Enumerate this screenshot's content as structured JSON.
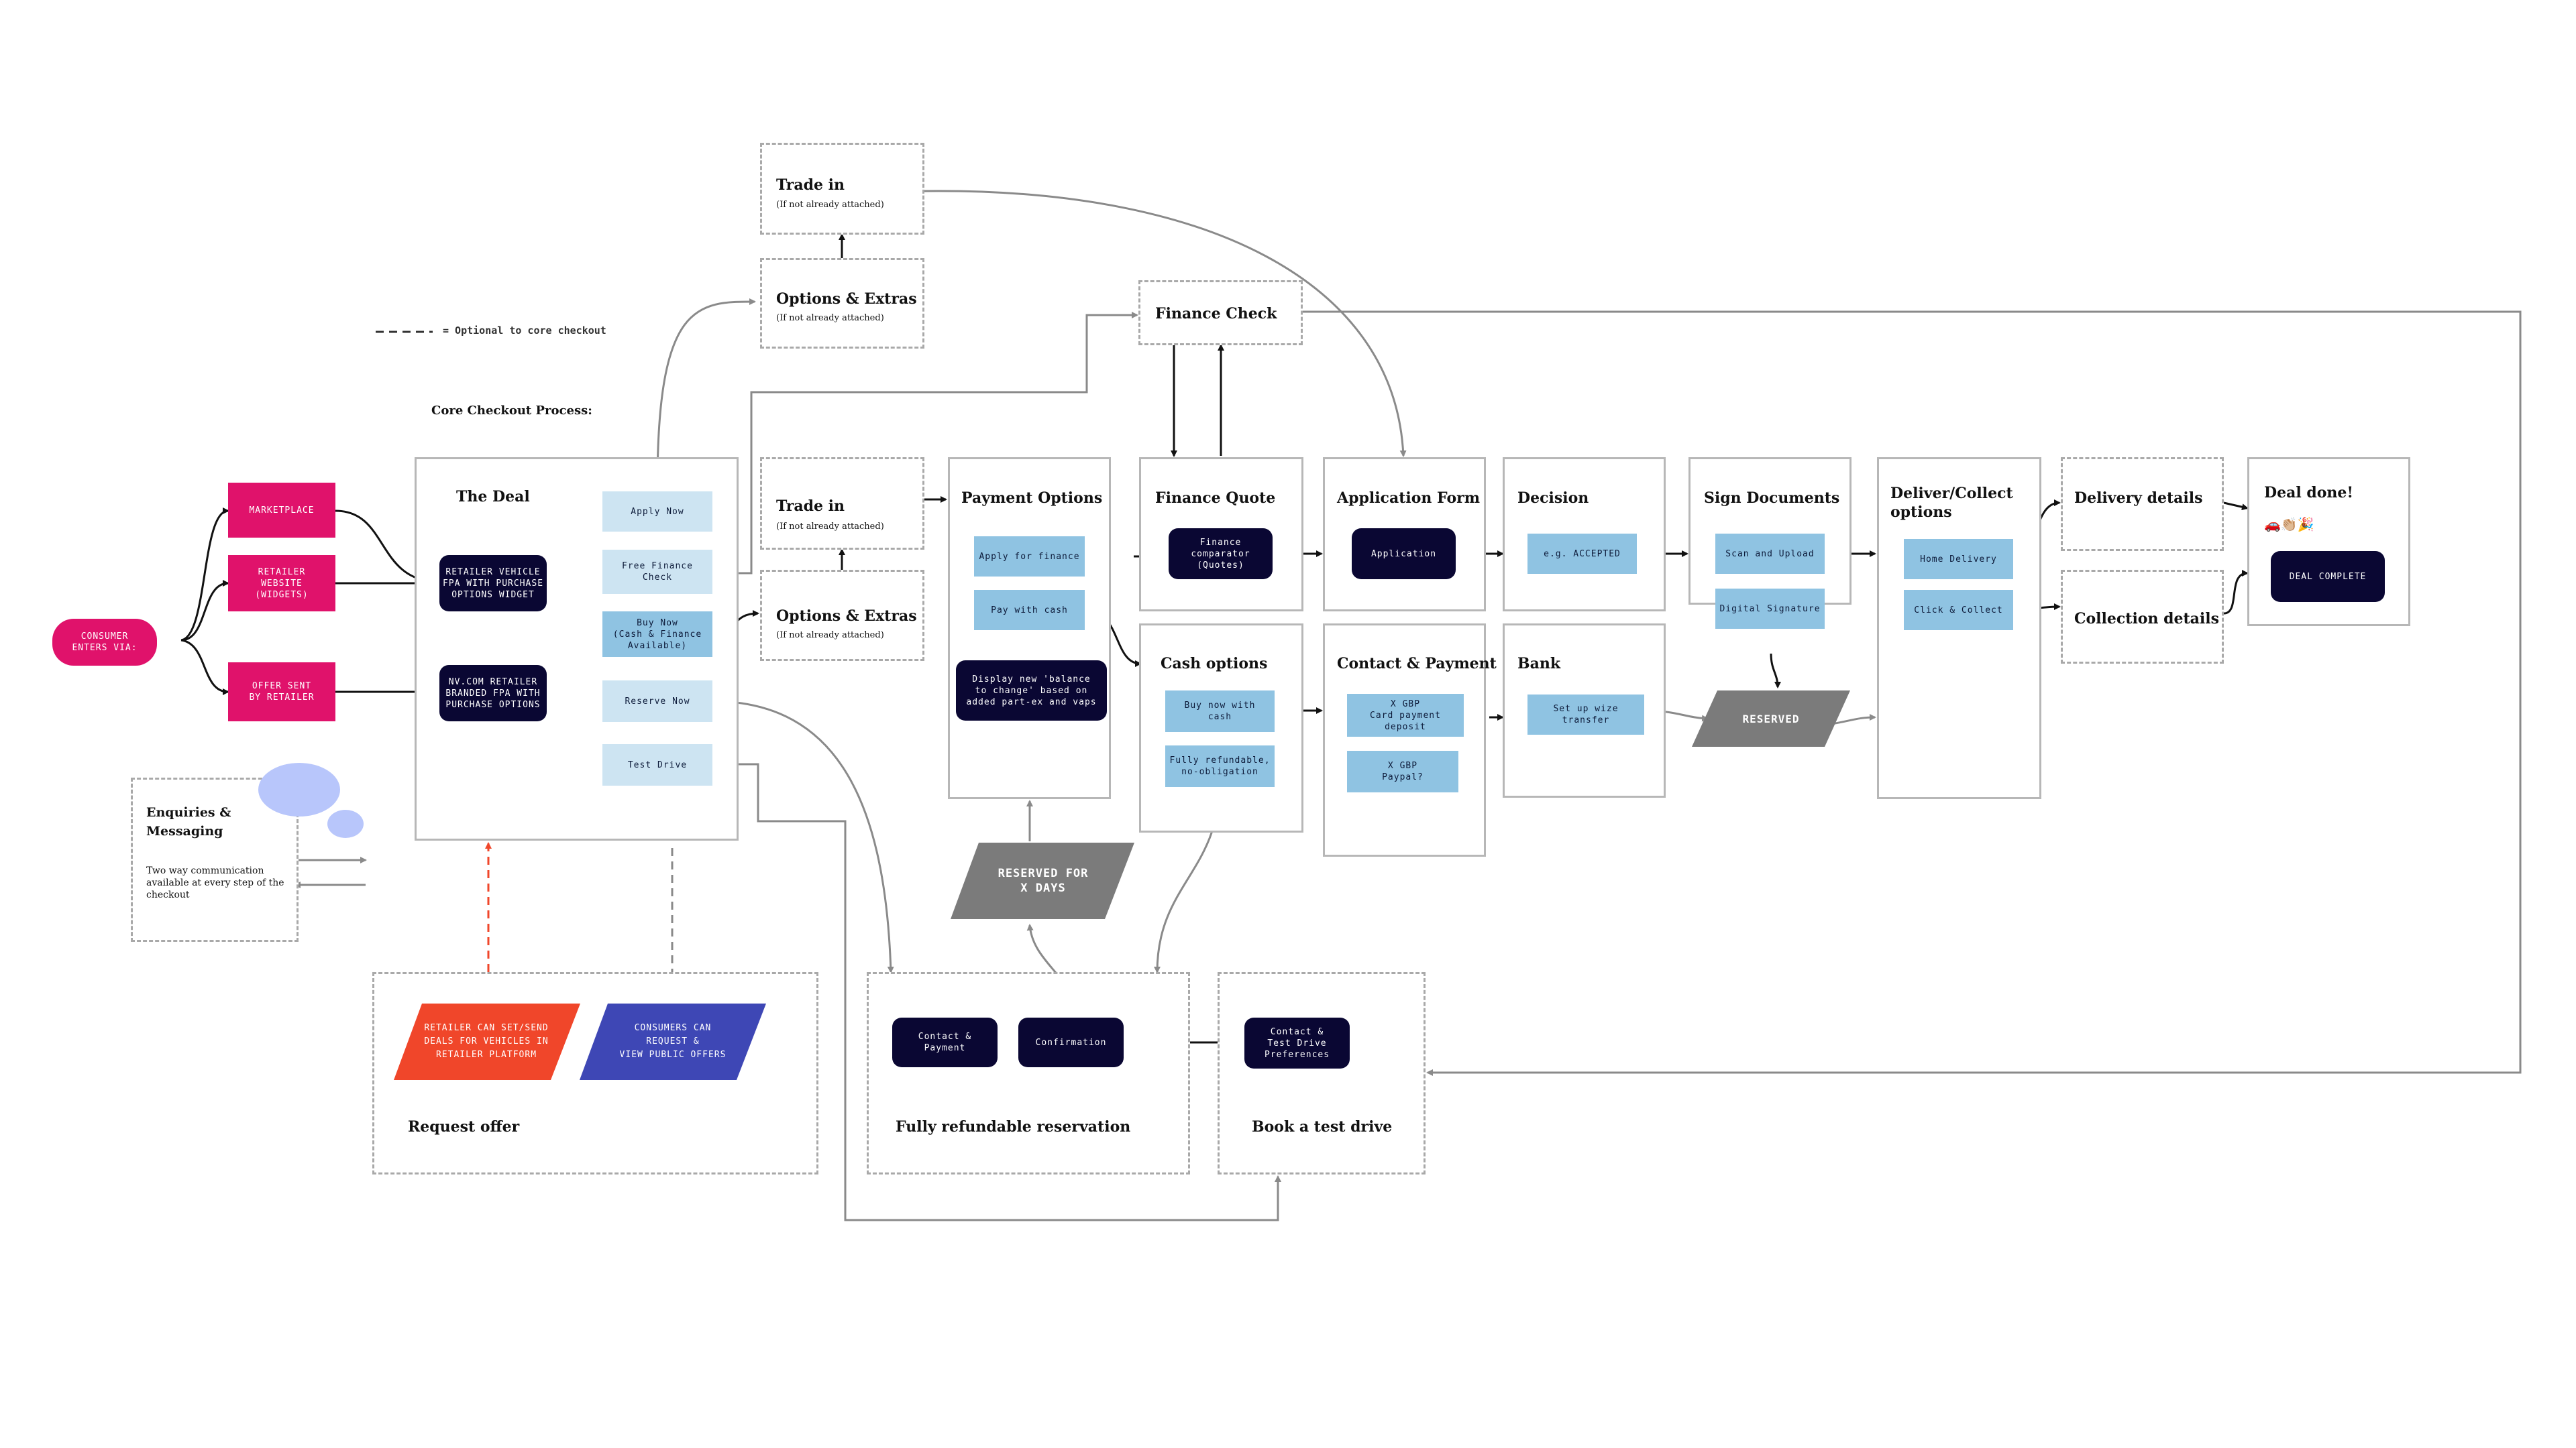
{
  "legend": {
    "dash_sample": "- - - -",
    "text": "=  Optional to core checkout"
  },
  "core_label": "Core Checkout Process:",
  "entry": {
    "consumer": [
      "CONSUMER",
      "ENTERS VIA:"
    ],
    "marketplace": "MARKETPLACE",
    "retailer_website": [
      "RETAILER",
      "WEBSITE",
      "(WIDGETS)"
    ],
    "offer_sent": [
      "OFFER SENT",
      "BY RETAILER"
    ]
  },
  "deal": {
    "title": "The Deal",
    "widget1": [
      "RETAILER VEHICLE",
      "FPA WITH PURCHASE",
      "OPTIONS WIDGET"
    ],
    "widget2": [
      "NV.COM RETAILER",
      "BRANDED FPA WITH",
      "PURCHASE OPTIONS"
    ],
    "apply_now": "Apply Now",
    "free_finance": [
      "Free Finance",
      "Check"
    ],
    "buy_now": [
      "Buy Now",
      "(Cash & Finance",
      "Available)"
    ],
    "reserve_now": "Reserve Now",
    "test_drive": "Test Drive"
  },
  "trade_in_top": {
    "title": "Trade in",
    "sub": "(If not already attached)"
  },
  "options_top": {
    "title": "Options & Extras",
    "sub": "(If not already attached)"
  },
  "trade_in_mid": {
    "title": "Trade in",
    "sub": "(If not already attached)"
  },
  "options_mid": {
    "title": "Options & Extras",
    "sub": "(If not already attached)"
  },
  "finance_check": {
    "title": "Finance Check"
  },
  "payment_options": {
    "title": "Payment Options",
    "apply_finance": "Apply for finance",
    "pay_cash": "Pay with cash",
    "note": [
      "Display new 'balance",
      "to change' based on",
      "added part-ex and vaps"
    ]
  },
  "finance_quote": {
    "title": "Finance Quote",
    "chip": [
      "Finance",
      "comparator",
      "(Quotes)"
    ]
  },
  "application_form": {
    "title": "Application Form",
    "chip": "Application"
  },
  "decision": {
    "title": "Decision",
    "chip": "e.g. ACCEPTED"
  },
  "sign_documents": {
    "title": "Sign Documents",
    "chip1": "Scan and Upload",
    "chip2": "Digital Signature"
  },
  "deliver_collect": {
    "title": [
      "Deliver/Collect",
      "options"
    ],
    "chip1": "Home Delivery",
    "chip2": "Click & Collect"
  },
  "delivery_details": {
    "title": "Delivery details"
  },
  "collection_details": {
    "title": "Collection details"
  },
  "deal_done": {
    "title": "Deal done!",
    "emoji": "🚗👏🏼🎉",
    "chip": "DEAL COMPLETE"
  },
  "cash_options": {
    "title": "Cash options",
    "chip1": [
      "Buy now with",
      "cash"
    ],
    "chip2": [
      "Fully refundable,",
      "no-obligation"
    ]
  },
  "contact_payment": {
    "title": "Contact & Payment",
    "chip1": [
      "X GBP",
      "Card payment",
      "deposit"
    ],
    "chip2": [
      "X GBP",
      "Paypal?"
    ]
  },
  "bank": {
    "title": "Bank",
    "chip": [
      "Set up wize",
      "transfer"
    ]
  },
  "reserved": "RESERVED",
  "reserved_days": [
    "RESERVED FOR",
    "X DAYS"
  ],
  "enquiries": {
    "title": [
      "Enquiries &",
      "Messaging"
    ],
    "body": "Two way communication available at every step of the checkout"
  },
  "request_offer": {
    "title": "Request offer",
    "retailer": [
      "RETAILER CAN SET/SEND",
      "DEALS FOR VEHICLES IN",
      "RETAILER PLATFORM"
    ],
    "consumers": [
      "CONSUMERS CAN",
      "REQUEST &",
      "VIEW PUBLIC OFFERS"
    ]
  },
  "reservation": {
    "title": "Fully refundable reservation",
    "chip1": [
      "Contact &",
      "Payment"
    ],
    "chip2": "Confirmation"
  },
  "test_drive": {
    "title": "Book a test drive",
    "chip": [
      "Contact &",
      "Test Drive",
      "Preferences"
    ]
  },
  "colors": {
    "pink": "#e0126b",
    "navy": "#0a0733",
    "light_blue": "#8fc3e2",
    "pale_blue": "#cde4f2",
    "grey_shape": "#7b7b7b",
    "orange": "#f0462a",
    "indigo": "#3e47b5",
    "bubble": "#b8c6fb"
  }
}
